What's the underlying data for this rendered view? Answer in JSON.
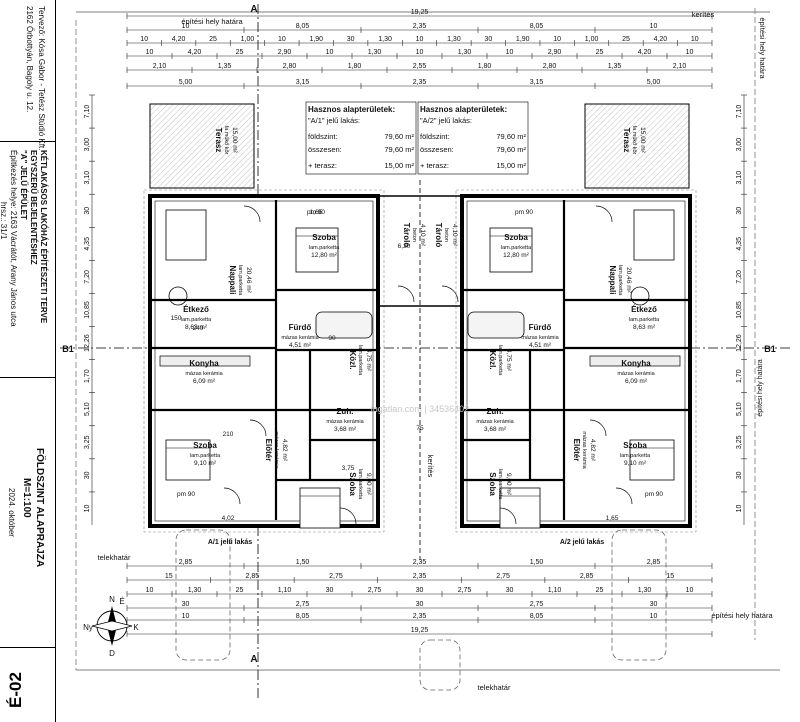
{
  "title_block": {
    "company": "Tervező: Kósa Gábor - Tetész Stúdió Kft.",
    "address": "2162 Őrbottyán, Bagoly u. 12.",
    "project": "KÉTLAKÁSOS LAKÓHÁZ ÉPÍTÉSZETI TERVE",
    "subtitle": "EGYSZERŰ BEJELENTÉSHEZ",
    "building": "\"A\" JELŰ ÉPÜLET",
    "site": "Építkezés helye: 2163 Vácrátót, Arany János utca",
    "parcel": "hrsz.: 31/1",
    "drawing_title": "FÖLDSZINT ALAPRAJZA",
    "scale": "M=1:100",
    "date": "2024. október",
    "sheet_no": "É-02"
  },
  "labels": {
    "epitesi_hely_hatara": "építési hely határa",
    "kerites": "kerítés",
    "telekhatar": "telekhatár",
    "section_A": "A",
    "section_B": "B1",
    "unit_a1": "A/1 jelű lakás",
    "unit_a2": "A/2 jelű lakás",
    "compass_n": "N",
    "compass_e": "É",
    "compass_k": "K",
    "compass_d": "D",
    "compass_ny": "Ny"
  },
  "area_box": {
    "left": {
      "heading": "Hasznos alapterületek:",
      "unit": "\"A/1\" jelű lakás:",
      "foldszint_label": "földszint:",
      "foldszint_value": "79,60 m²",
      "osszesen_label": "összesen:",
      "osszesen_value": "79,60 m²",
      "terasz_label": "+ terasz:",
      "terasz_value": "15,00 m²"
    },
    "right": {
      "heading": "Hasznos alapterületek:",
      "unit": "\"A/2\" jelű lakás:",
      "foldszint_label": "földszint:",
      "foldszint_value": "79,60 m²",
      "osszesen_label": "összesen:",
      "osszesen_value": "79,60 m²",
      "terasz_label": "+ terasz:",
      "terasz_value": "15,00 m²"
    }
  },
  "rooms": {
    "left": [
      {
        "name": "Terasz",
        "sub": "fa mûkő kőr",
        "area": "15,00 m²"
      },
      {
        "name": "Nappali",
        "sub": "lam.parketta",
        "area": "20,46 m²"
      },
      {
        "name": "Étkező",
        "sub": "lam.parketta",
        "area": "8,63 m²"
      },
      {
        "name": "Konyha",
        "sub": "mázas kerámia",
        "area": "6,09 m²"
      },
      {
        "name": "Szoba",
        "sub": "lam.parketta",
        "area": "9,10 m²"
      },
      {
        "name": "Szoba",
        "sub": "lam.parketta",
        "area": "12,80 m²"
      },
      {
        "name": "Fürdő",
        "sub": "mázas kerámia",
        "area": "4,51 m²"
      },
      {
        "name": "Közl.",
        "sub": "lam.parketta",
        "area": "4,75 m²"
      },
      {
        "name": "Zuh.",
        "sub": "mázas kerámia",
        "area": "3,68 m²"
      },
      {
        "name": "Előtér",
        "sub": "mázas kerámia",
        "area": "4,82 m²"
      },
      {
        "name": "Szoba",
        "sub": "lam.parketta",
        "area": "9,00 m²"
      },
      {
        "name": "Tároló",
        "sub": "beton",
        "area": "4,10 m²"
      }
    ],
    "right": [
      {
        "name": "Terasz",
        "sub": "fa mûkő kőr",
        "area": "15,00 m²"
      },
      {
        "name": "Nappali",
        "sub": "lam.parketta",
        "area": "20,46 m²"
      },
      {
        "name": "Étkező",
        "sub": "lam.parketta",
        "area": "8,63 m²"
      },
      {
        "name": "Konyha",
        "sub": "mázas kerámia",
        "area": "6,09 m²"
      },
      {
        "name": "Szoba",
        "sub": "lam.parketta",
        "area": "9,10 m²"
      },
      {
        "name": "Szoba",
        "sub": "lam.parketta",
        "area": "12,80 m²"
      },
      {
        "name": "Fürdő",
        "sub": "mázas kerámia",
        "area": "4,51 m²"
      },
      {
        "name": "Közl.",
        "sub": "lam.parketta",
        "area": "4,75 m²"
      },
      {
        "name": "Zuh.",
        "sub": "mázas kerámia",
        "area": "3,68 m²"
      },
      {
        "name": "Előtér",
        "sub": "mázas kerámia",
        "area": "4,82 m²"
      },
      {
        "name": "Szoba",
        "sub": "lam.parketta",
        "area": "9,00 m²"
      },
      {
        "name": "Tároló",
        "sub": "beton",
        "area": "4,10 m²"
      }
    ]
  },
  "dimensions": {
    "top_rows": [
      [
        "19,25"
      ],
      [
        "10",
        "8,05",
        "2,35",
        "8,05",
        "10"
      ],
      [
        "10",
        "4,20",
        "25",
        "1,00",
        "10",
        "1,90",
        "30",
        "1,30",
        "10",
        "1,30",
        "30",
        "1,90",
        "10",
        "1,00",
        "25",
        "4,20",
        "10"
      ],
      [
        "10",
        "4,20",
        "25",
        "2,90",
        "10",
        "1,30",
        "10",
        "1,30",
        "10",
        "2,90",
        "25",
        "4,20",
        "10"
      ],
      [
        "2,10",
        "1,35",
        "2,80",
        "1,80",
        "2,55",
        "1,80",
        "2,80",
        "1,35",
        "2,10"
      ],
      [
        "5,00",
        "3,15",
        "2,35",
        "3,15",
        "5,00"
      ]
    ],
    "bottom_rows": [
      [
        "2,85",
        "1,50",
        "2,35",
        "1,50",
        "2,85"
      ],
      [
        "15",
        "2,85",
        "2,75",
        "2,35",
        "2,75",
        "2,85",
        "15"
      ],
      [
        "10",
        "1,30",
        "25",
        "1,10",
        "30",
        "2,75",
        "30",
        "2,75",
        "30",
        "1,10",
        "25",
        "1,30",
        "10"
      ],
      [
        "30",
        "2,75",
        "30",
        "2,75",
        "30"
      ],
      [
        "10",
        "8,05",
        "2,35",
        "8,05",
        "10"
      ],
      [
        "19,25"
      ]
    ],
    "left_side": [
      "7,10",
      "3,00",
      "3,10",
      "30",
      "4,35",
      "7,20",
      "10,85",
      "12,26",
      "1,70",
      "5,10",
      "3,25",
      "30",
      "10"
    ],
    "right_side": [
      "7,10",
      "3,00",
      "3,10",
      "30",
      "4,35",
      "7,20",
      "10,85",
      "12,26",
      "1,70",
      "5,10",
      "3,25",
      "30",
      "10"
    ],
    "misc": [
      "pm 90",
      "pm 90",
      "pm 90",
      "pm 90",
      "210",
      "240",
      "150",
      "90",
      "75",
      "6,20",
      "3,75",
      "4,02",
      "1,65",
      "1,65"
    ]
  },
  "watermark": "ingatlan.com | 34536402"
}
